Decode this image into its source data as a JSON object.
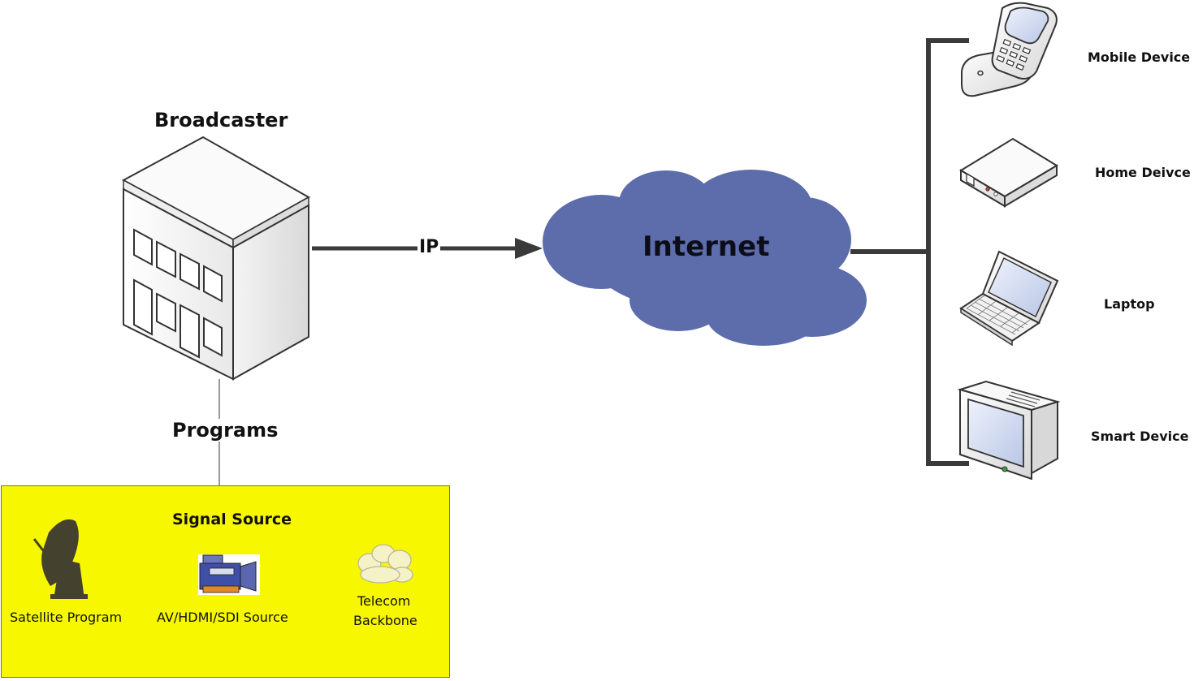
{
  "broadcaster": {
    "label": "Broadcaster"
  },
  "connection": {
    "ip_label": "IP"
  },
  "cloud": {
    "label": "Internet",
    "color": "#5d6dab"
  },
  "programs": {
    "label": "Programs"
  },
  "signal_source": {
    "title": "Signal Source",
    "background": "#f7f700",
    "items": [
      {
        "label": "Satellite Program",
        "icon": "satellite-dish-icon"
      },
      {
        "label": "AV/HDMI/SDI Source",
        "icon": "video-camera-icon"
      },
      {
        "label": "Telecom Backbone",
        "line1": "Telecom",
        "line2": "Backbone",
        "icon": "cloud-icon"
      }
    ]
  },
  "devices": [
    {
      "label": "Mobile Device",
      "icon": "flip-phone-icon"
    },
    {
      "label": "Home Deivce",
      "icon": "set-top-box-icon"
    },
    {
      "label": "Laptop",
      "icon": "laptop-icon"
    },
    {
      "label": "Smart Device",
      "icon": "crt-monitor-icon"
    }
  ]
}
